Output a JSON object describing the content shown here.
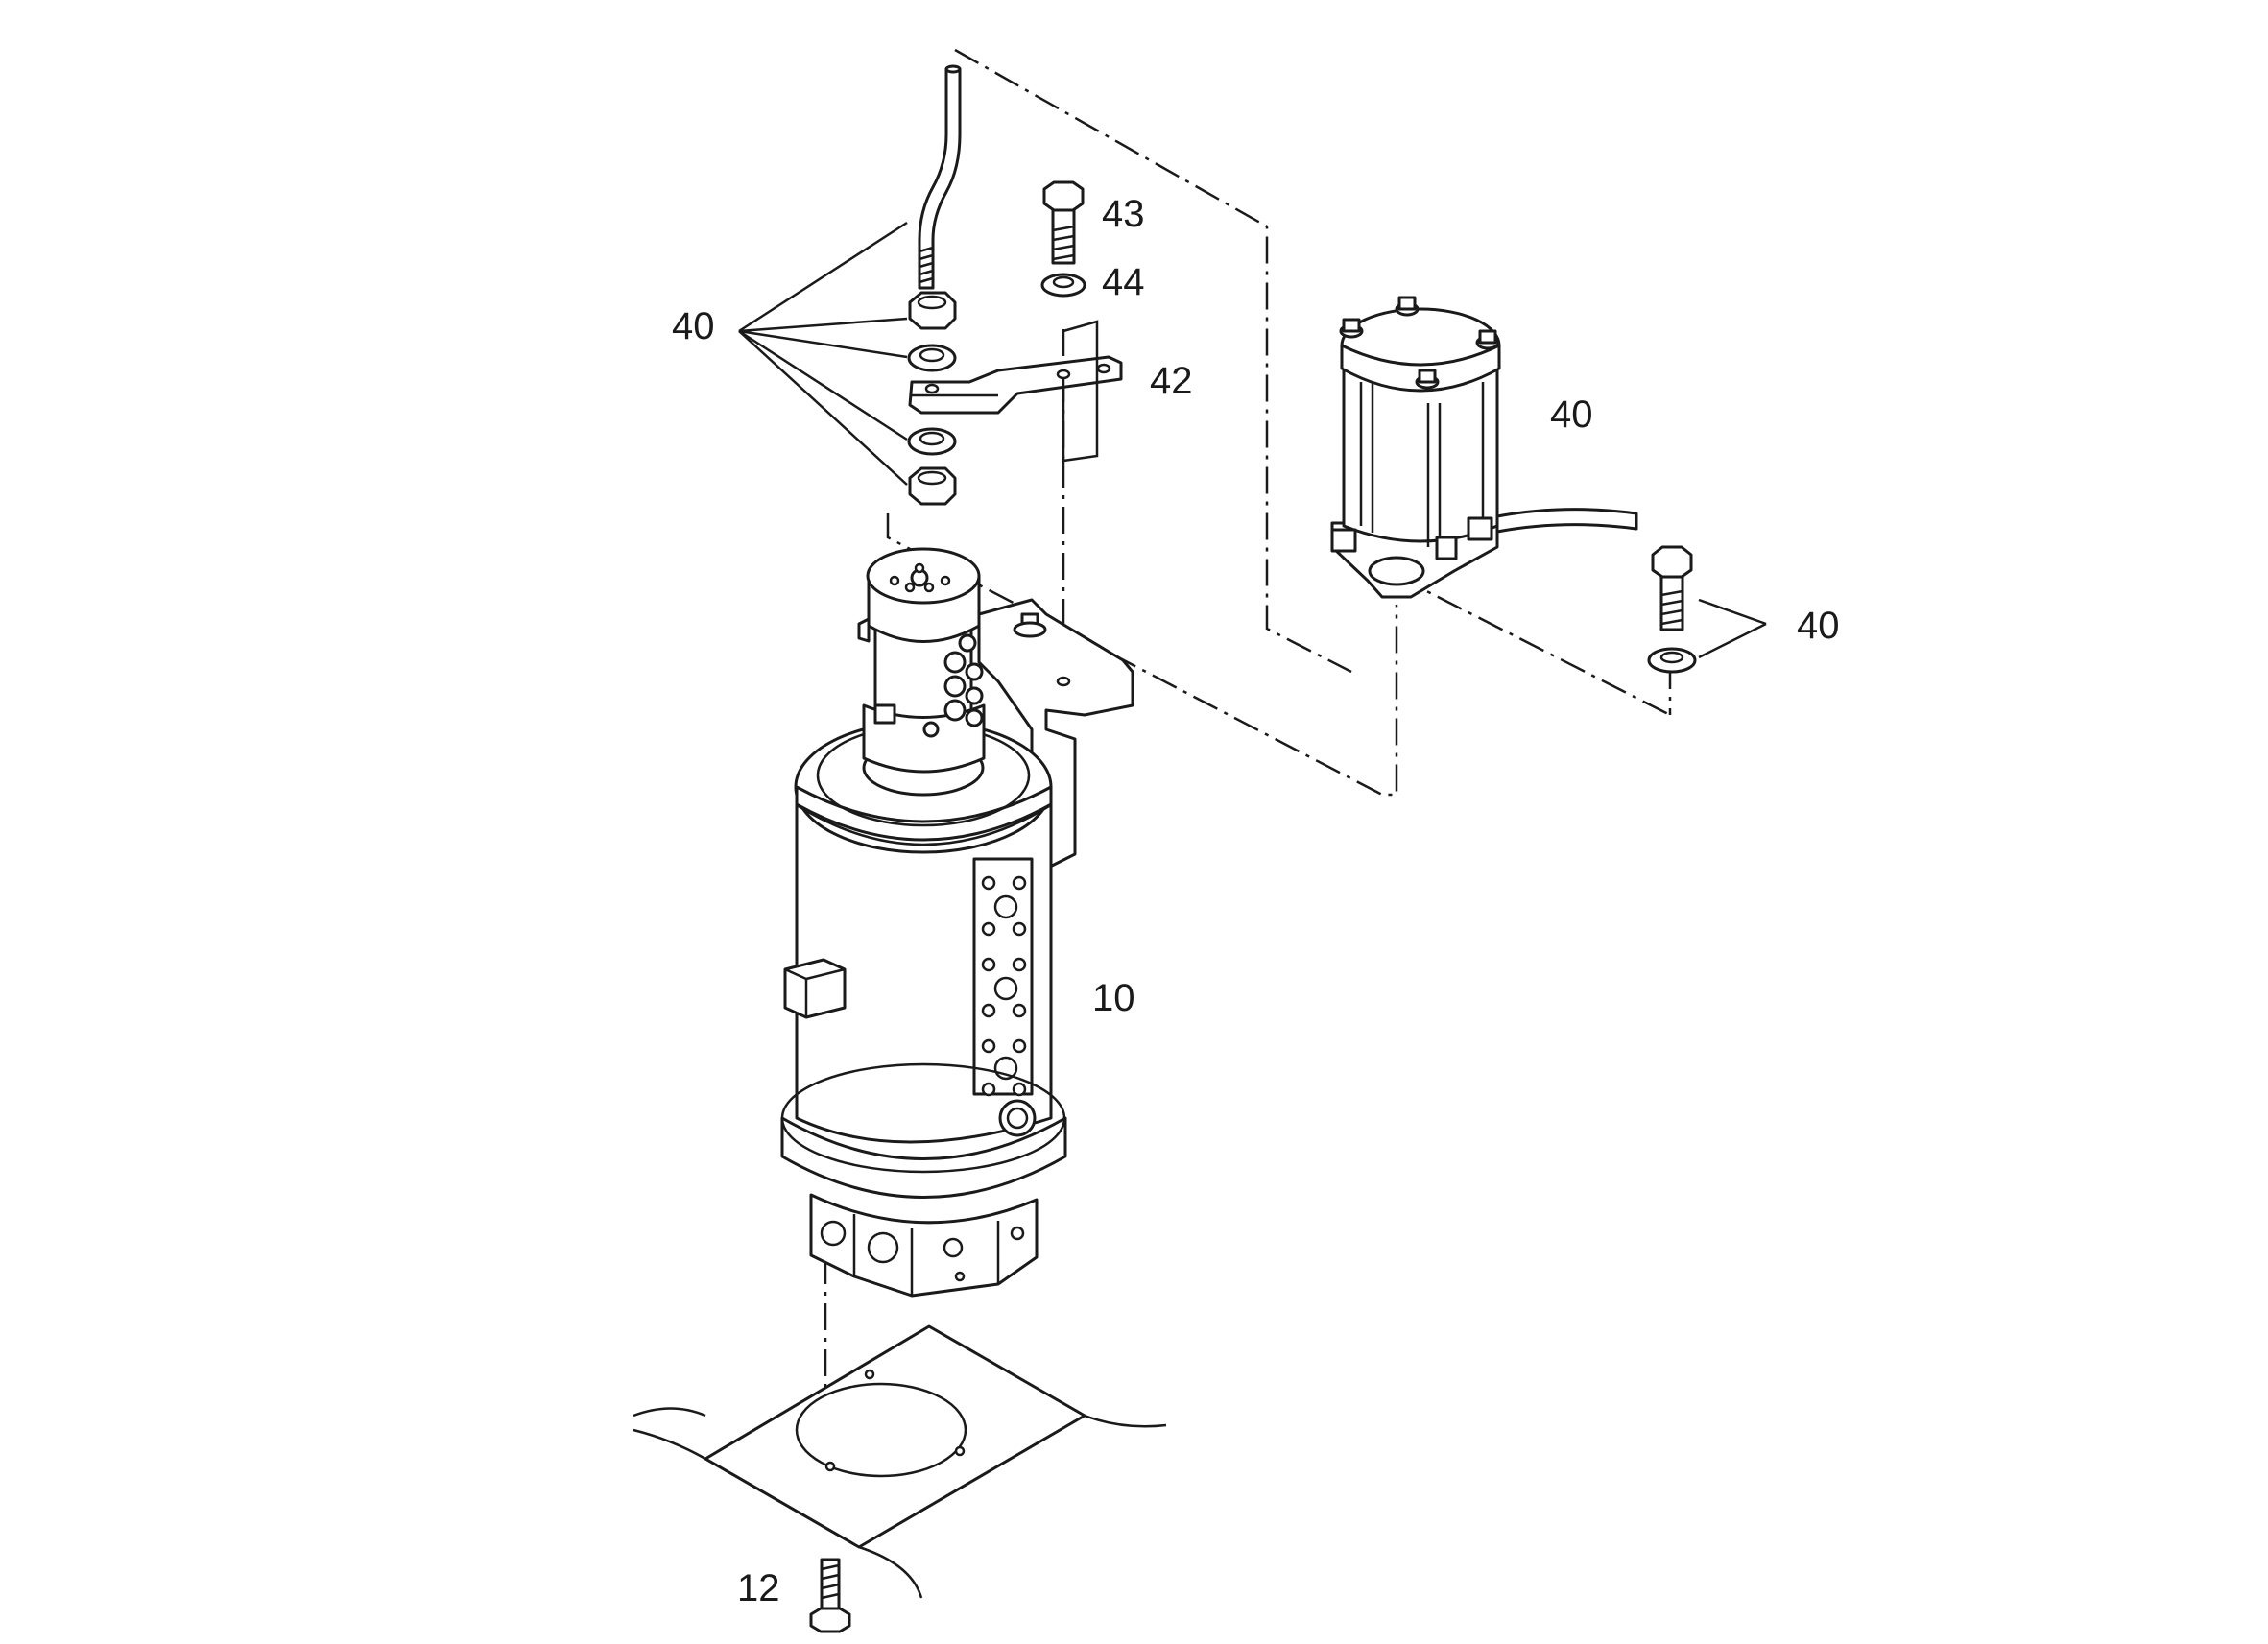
{
  "callouts": {
    "c40_top_left": "40",
    "c43": "43",
    "c44": "44",
    "c42": "42",
    "c40_cylinder": "40",
    "c40_bolt_right": "40",
    "c10": "10",
    "c12": "12"
  }
}
